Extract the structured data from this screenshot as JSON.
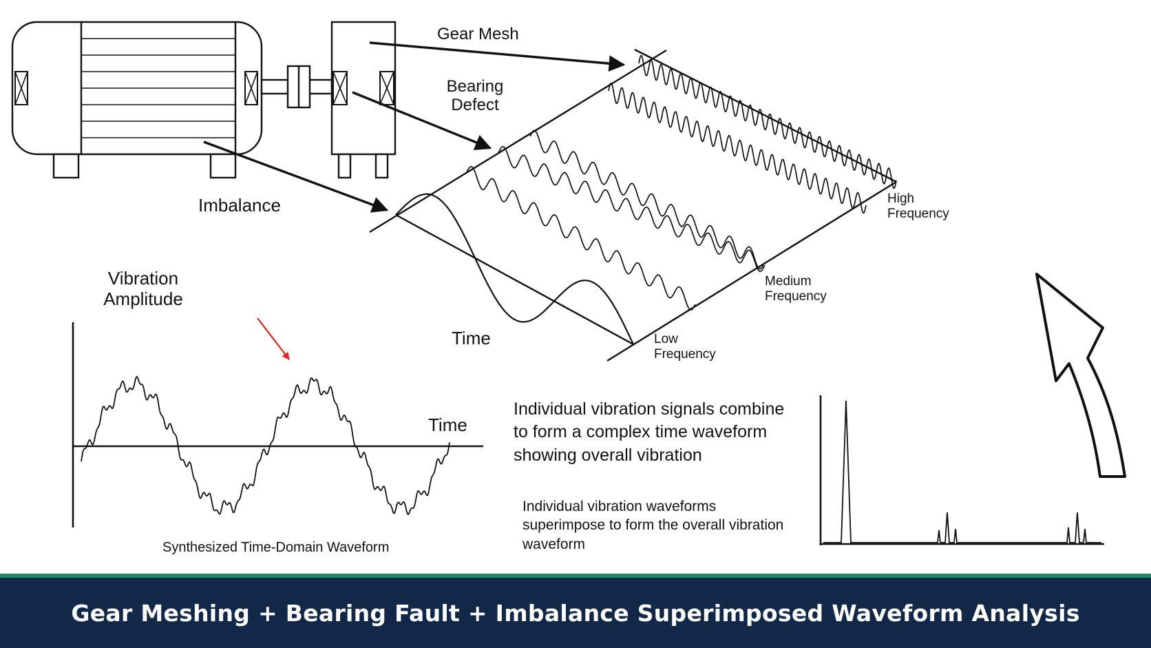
{
  "labels": {
    "gear_mesh": "Gear Mesh",
    "bearing_defect": "Bearing\nDefect",
    "imbalance": "Imbalance",
    "high_frequency": "High\nFrequency",
    "medium_frequency": "Medium\nFrequency",
    "low_frequency": "Low\nFrequency",
    "time_3d": "Time",
    "vibration_amplitude": "Vibration\nAmplitude",
    "time_axis": "Time",
    "waveform_caption": "Synthesized Time-Domain Waveform"
  },
  "callout": {
    "main": "Individual vibration signals combine to form a complex time waveform showing overall vibration",
    "sub": "Individual vibration waveforms superimpose to form the overall vibration waveform"
  },
  "banner": {
    "title": "Gear Meshing + Bearing Fault + Imbalance Superimposed Waveform Analysis"
  },
  "colors": {
    "banner_bg": "#112848",
    "banner_stripe": "#1f8a67",
    "banner_text": "#ffffff",
    "ink": "#111111",
    "highlight_arrow": "#e8211b"
  }
}
